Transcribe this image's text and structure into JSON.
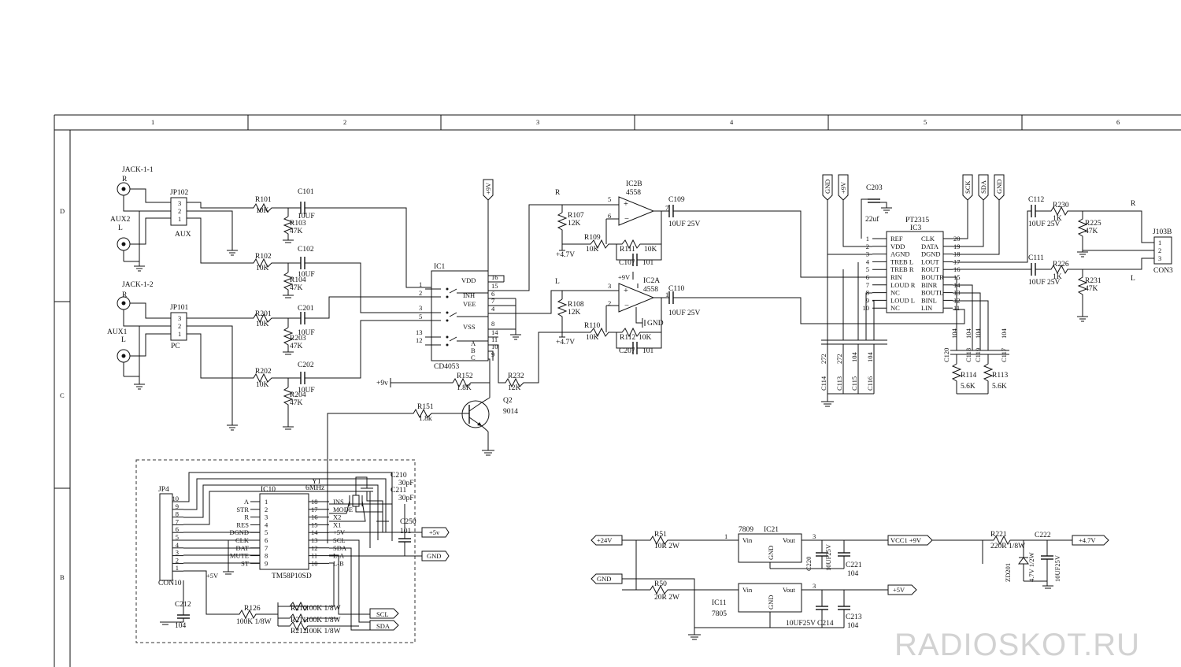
{
  "frame": {
    "columns": [
      "1",
      "2",
      "3",
      "4",
      "5",
      "6"
    ],
    "rows": [
      "D",
      "C",
      "B"
    ]
  },
  "watermark": "RADIOSKOT.RU",
  "labels": {
    "jack11": "JACK-1-1",
    "jack12": "JACK-1-2",
    "aux2": "AUX2",
    "aux1": "AUX1",
    "aux": "AUX",
    "pc": "PC",
    "R": "R",
    "L": "L",
    "jp102": "JP102",
    "jp101": "JP101",
    "p3": "3",
    "p2": "2",
    "p1": "1",
    "r101": "R101",
    "r102": "R102",
    "r201": "R201",
    "r202": "R202",
    "v10k": "10K",
    "c101": "C101",
    "c102": "C102",
    "c201": "C201",
    "c202": "C202",
    "v10uf": "10UF",
    "r103": "R103",
    "r104": "R104",
    "r203": "R203",
    "r204": "R204",
    "v47k": "47K",
    "ic1": "IC1",
    "cd4053": "CD4053",
    "vdd": "VDD",
    "inh": "INH",
    "vee": "VEE",
    "vss": "VSS",
    "pa": "A",
    "pb": "B",
    "pc2": "C",
    "n16": "16",
    "n15": "15",
    "n6": "6",
    "n7": "7",
    "n4": "4",
    "n8": "8",
    "n14": "14",
    "n11": "11",
    "n10": "10",
    "n9": "9",
    "n1": "1",
    "n2": "2",
    "n3": "3",
    "n5": "5",
    "n13": "13",
    "n12": "12",
    "p9v": "+9V",
    "p9vlow": "+9v",
    "p9vsmall": "+9V",
    "r152": "R152",
    "v18k": "1.8K",
    "r151": "R151",
    "v18k2": "1.8k",
    "r232": "R232",
    "v12k": "12K",
    "q2": "Q2",
    "t9014": "9014",
    "ic2b": "IC2B",
    "ic2a": "IC2A",
    "op4558": "4558",
    "op4558b": "4558",
    "r107": "R107",
    "r108": "R108",
    "p47v": "+4.7V",
    "r109": "R109",
    "r110": "R110",
    "r111": "R111",
    "r112": "R112",
    "c107": "C107",
    "c207": "C207",
    "v101": "101",
    "c109": "C109",
    "c110": "C110",
    "v10uf25v": "10UF 25V",
    "gnd": "GND",
    "ngnd": "GND",
    "n9v": "+9V",
    "sck": "SCK",
    "sda": "SDA",
    "c203": "C203",
    "v22uf": "22uf",
    "pt2315": "PT2315",
    "ic3": "IC3",
    "ic3l": [
      "REF",
      "VDD",
      "AGND",
      "TREB L",
      "TREB R",
      "RIN",
      "LOUD R",
      "NC",
      "LOUD L",
      "NC"
    ],
    "ic3r": [
      "CLK",
      "DATA",
      "DGND",
      "LOUT",
      "ROUT",
      "BOUTR",
      "BINR",
      "BOUTL",
      "BINL",
      "LIN"
    ],
    "ic3ln": [
      "1",
      "2",
      "3",
      "4",
      "5",
      "6",
      "7",
      "8",
      "9",
      "10"
    ],
    "ic3rn": [
      "20",
      "19",
      "18",
      "17",
      "16",
      "15",
      "14",
      "13",
      "12",
      "11"
    ],
    "c114": "C114",
    "c113": "C113",
    "c115": "C115",
    "c116": "C116",
    "v272": "272",
    "v104": "104",
    "c120": "C120",
    "c118": "C118",
    "c119": "C119",
    "c117": "C117",
    "r114": "R114",
    "r113": "R113",
    "v56k": "5.6K",
    "c112": "C112",
    "c111": "C111",
    "r230": "R230",
    "r226": "R226",
    "v1k": "1K",
    "r225": "R225",
    "r231": "R231",
    "j103b": "J103B",
    "con3": "CON3",
    "jp4": "JP4",
    "con10": "CON10",
    "ic10": "IC10",
    "tm": "TM58P10SD",
    "y1": "Y1",
    "v6mhz": "6MHz",
    "c210": "C210",
    "c211": "C211",
    "c250": "C250",
    "v30pf": "30pF",
    "ic10l": [
      "A",
      "STR",
      "R",
      "RES",
      "DGND",
      "CLK",
      "DAT",
      "MUTE",
      "ST"
    ],
    "ic10r": [
      "INS",
      "MODE",
      "X2",
      "X1",
      "+5V",
      "SCL",
      "SDA",
      "L-A",
      "L-B"
    ],
    "ic10ln": [
      "1",
      "2",
      "3",
      "4",
      "5",
      "6",
      "7",
      "8",
      "9"
    ],
    "ic10rn": [
      "18",
      "17",
      "16",
      "15",
      "14",
      "13",
      "12",
      "11",
      "10"
    ],
    "jp4n": [
      "10",
      "9",
      "8",
      "7",
      "6",
      "5",
      "4",
      "3",
      "2",
      "1"
    ],
    "p5v": "+5V",
    "p5vnet": "+5v",
    "gndnet": "GND",
    "scl": "SCL",
    "sdanet": "SDA",
    "c212": "C212",
    "r126": "R126",
    "v100k18": "100K 1/8W",
    "r210": "R210",
    "r211": "R211",
    "r212": "R212",
    "p24v": "+24V",
    "gndin": "GND",
    "r51": "R51",
    "v10r2w": "10R 2W",
    "r50": "R50",
    "v20r2w": "20R 2W",
    "ic21": "IC21",
    "n7809": "7809",
    "ic11": "IC11",
    "n7805": "7805",
    "vin": "Vin",
    "vout": "Vout",
    "pgnd": "GND",
    "c220": "C220",
    "v10uf25v2": "10UF25V",
    "c221": "C221",
    "c214": "C214",
    "c213": "C213",
    "v10uf25v3": "10UF25V",
    "vcc1": "VCC1 +9V",
    "p5vout": "+5V",
    "r221": "R221",
    "v220r": "220R 1/8W",
    "zd201": "ZD201",
    "v47v12w": "4.7V 1/2W",
    "c222": "C222",
    "v10uf25v4": "10UF25V",
    "p47vout": "+4.7V"
  }
}
